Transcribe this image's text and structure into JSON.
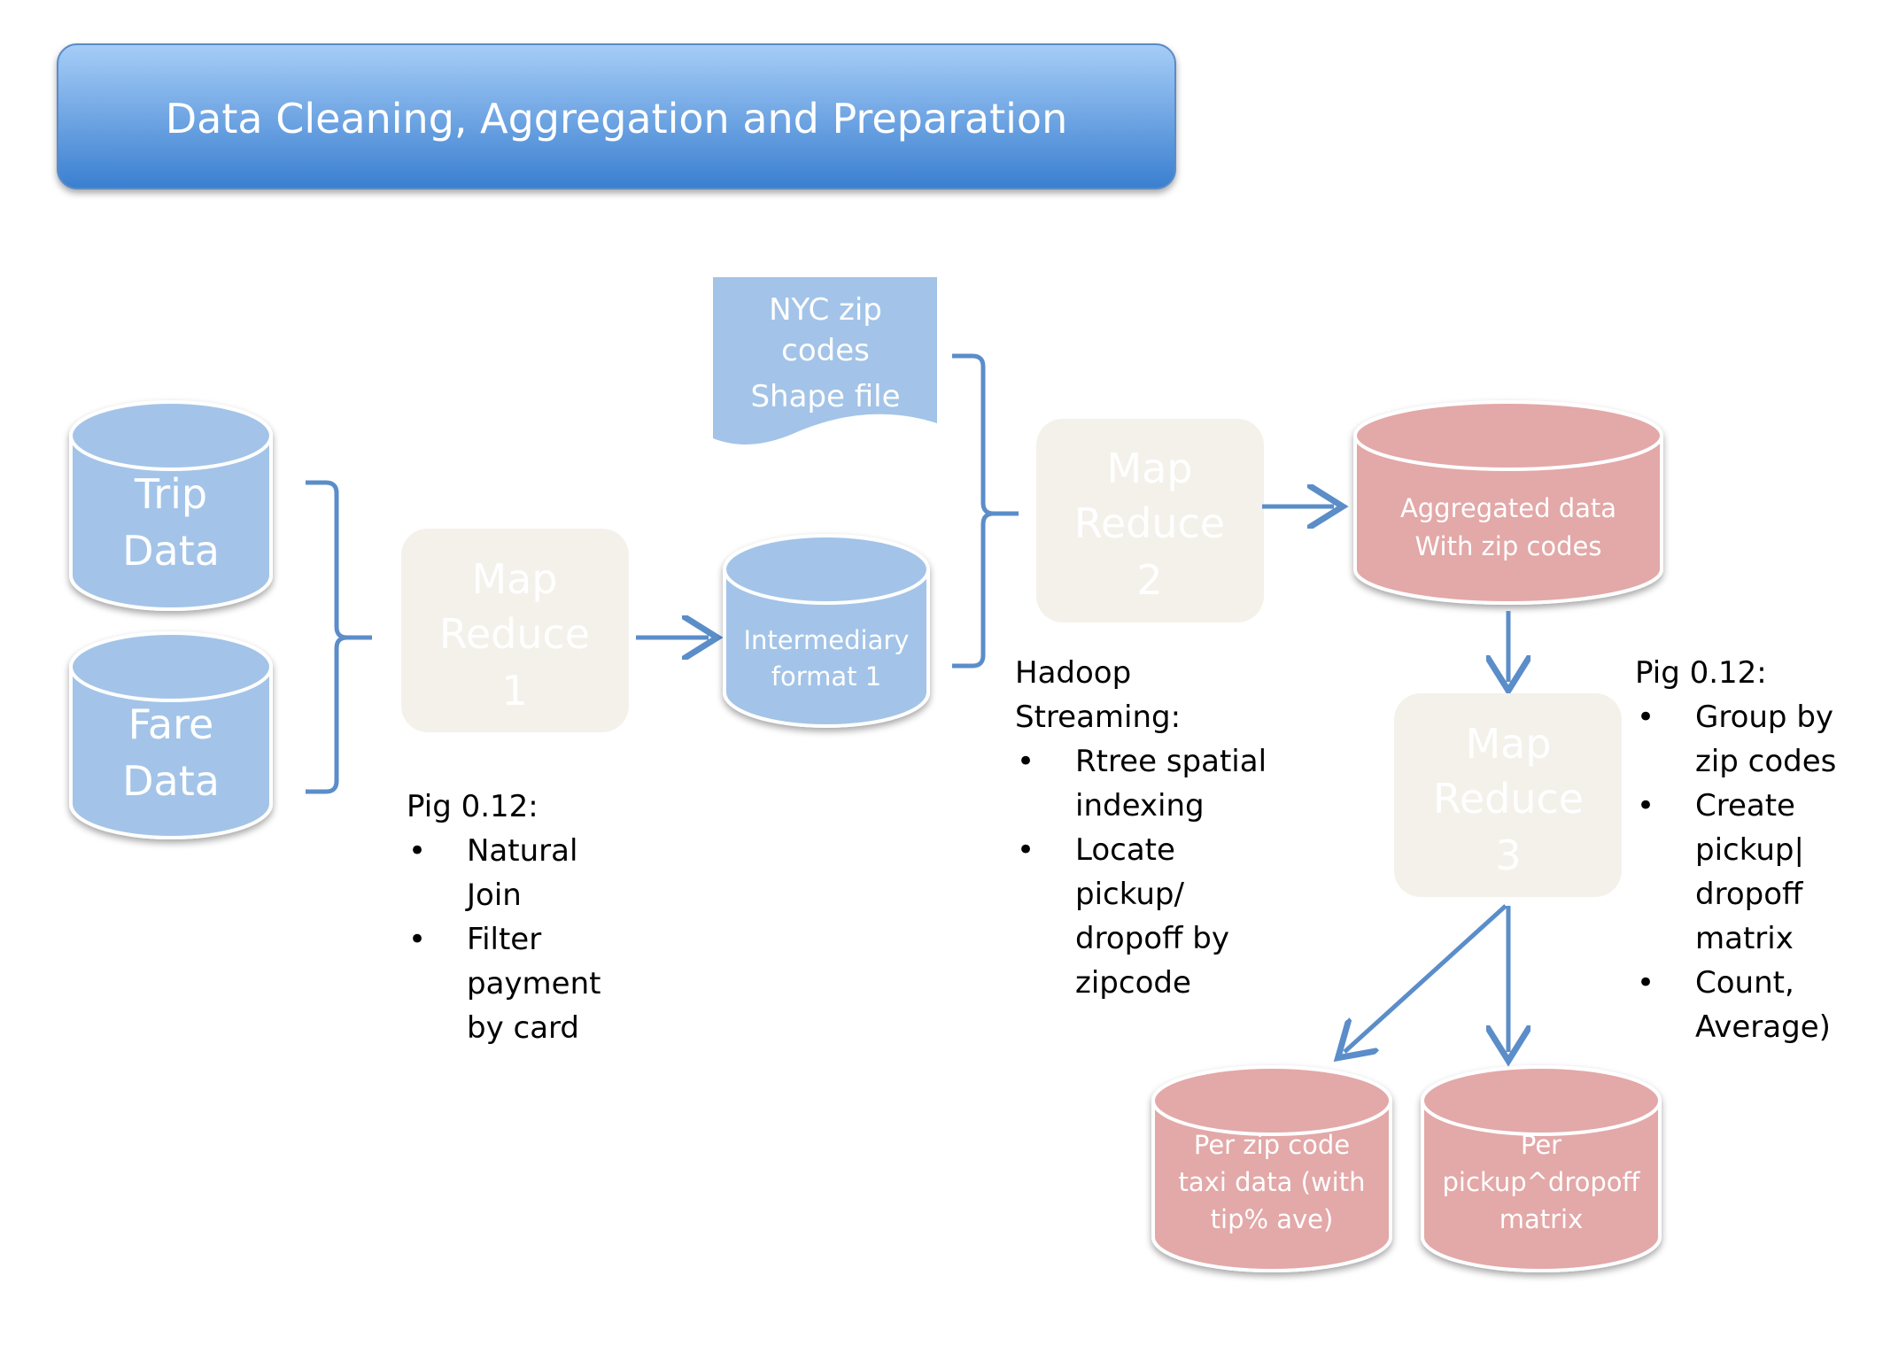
{
  "title": "Data Cleaning, Aggregation and Preparation",
  "inputs": {
    "trip": {
      "line1": "Trip",
      "line2": "Data"
    },
    "fare": {
      "line1": "Fare",
      "line2": "Data"
    }
  },
  "map_reduce_1": {
    "line1": "Map",
    "line2": "Reduce",
    "line3": "1"
  },
  "map_reduce_2": {
    "line1": "Map",
    "line2": "Reduce",
    "line3": "2"
  },
  "map_reduce_3": {
    "line1": "Map",
    "line2": "Reduce",
    "line3": "3"
  },
  "intermediary": {
    "line1": "Intermediary",
    "line2": "format 1"
  },
  "shape_file": {
    "line1": "NYC zip",
    "line2": "codes",
    "line3": "Shape file"
  },
  "aggregated": {
    "line1": "Aggregated data",
    "line2": "With zip codes"
  },
  "output_zip": {
    "line1": "Per zip code",
    "line2": "taxi data (with",
    "line3": "tip% ave)"
  },
  "output_matrix": {
    "line1": "Per",
    "line2": "pickup^dropoff",
    "line3": "matrix"
  },
  "notes": {
    "pig1": {
      "heading": "Pig 0.12:",
      "items": [
        "Natural Join",
        "Filter payment by card"
      ]
    },
    "hadoop": {
      "heading_line1": "Hadoop",
      "heading_line2": "Streaming:",
      "items": [
        "Rtree spatial indexing",
        "Locate pickup/ dropoff by zipcode"
      ]
    },
    "pig2": {
      "heading": "Pig 0.12:",
      "items": [
        "Group by zip codes",
        "Create pickup| dropoff matrix",
        "Count, Average)"
      ]
    }
  },
  "colors": {
    "blue_fill": "#a3c4e8",
    "blue_stroke": "#4a7ebb",
    "red_fill": "#e3a8a8",
    "red_stroke": "#c07878",
    "mapreduce_fill": "#f3f1ea",
    "arrow": "#5b8dc9"
  }
}
